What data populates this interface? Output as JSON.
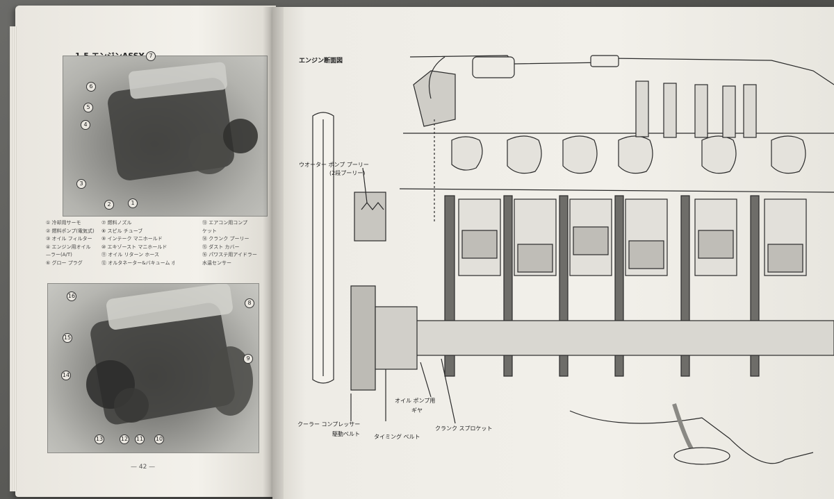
{
  "left_page": {
    "section_title": "1-5 エンジンASSY",
    "page_number": "— 42 —",
    "top_photo_callouts": [
      "7",
      "6",
      "5",
      "4",
      "3",
      "2",
      "1"
    ],
    "bottom_photo_callouts": [
      "16",
      "8",
      "15",
      "9",
      "14",
      "13",
      "12",
      "11",
      "10"
    ],
    "legend": {
      "col1": [
        "① 冷却用サーモ",
        "② 燃料ポンプ(電気式)",
        "③ オイル フィルター",
        "④ エンジン用オイル",
        "—ラー(A/T)",
        "⑥ グロー プラグ"
      ],
      "col2": [
        "⑦ 燃料ノズル",
        "⑧ スピル チューブ",
        "⑨ インテーク マニホールド",
        "⑩ エキゾースト マニホールド",
        "⑪ オイル リターン ホース",
        "⑫ オルタネーター&バキューム ポンプ"
      ],
      "col3": [
        "⑬ エアコン用コンプ",
        "ケット",
        "⑭ クランク プーリー",
        "⑮ ダスト カバー",
        "⑯ パワステ用アイドラー",
        "水温センサー"
      ]
    }
  },
  "right_page": {
    "diagram_title": "エンジン断面図",
    "labels": {
      "water_pump_pulley": "ウオーター ポンプ プーリー",
      "two_stage_pulley": "(2段プーリー)",
      "oil_pump_gear_1": "オイル ポンプ用",
      "oil_pump_gear_2": "ギヤ",
      "cooler_compressor": "クーラー コンプレッサー",
      "drive_belt": "駆動ベルト",
      "timing_belt": "タイミング ベルト",
      "crank_sprocket": "クランク スプロケット"
    }
  },
  "colors": {
    "paper": "#f2f0ea",
    "ink": "#222222",
    "background": "#5a5a58"
  }
}
